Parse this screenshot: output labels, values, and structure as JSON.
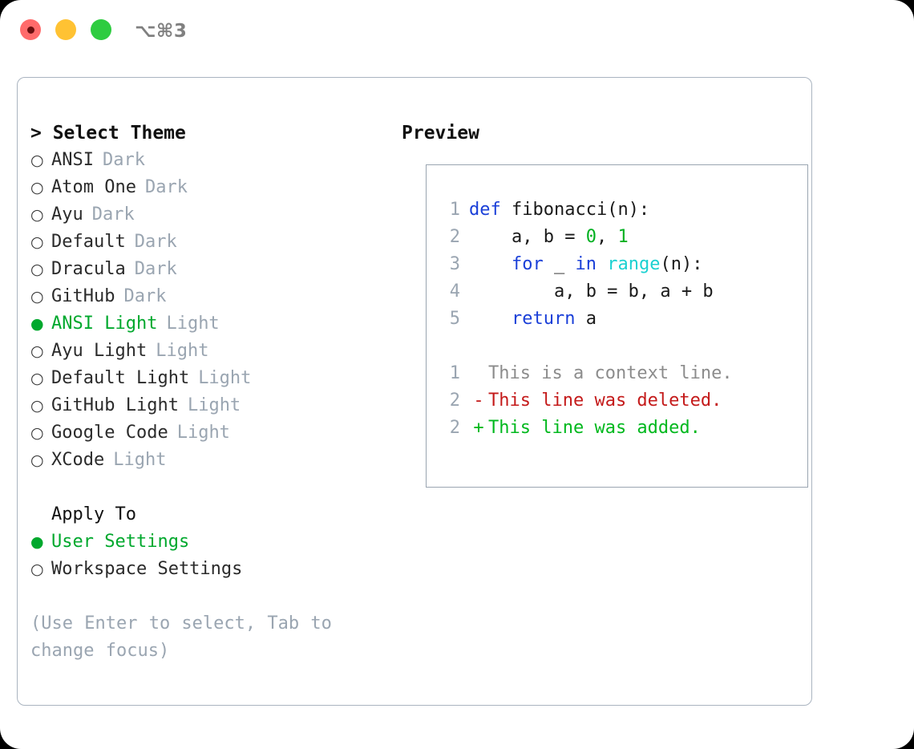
{
  "titlebar": {
    "lights": [
      {
        "name": "close-button",
        "color": "#ff6b6b"
      },
      {
        "name": "minimize-button",
        "color": "#ffc233"
      },
      {
        "name": "maximize-button",
        "color": "#2ecc40"
      }
    ],
    "shortcut": "⌥⌘3"
  },
  "theme_panel": {
    "title": "> Select Theme",
    "items": [
      {
        "marker": "○",
        "label": "ANSI",
        "variant": "Dark",
        "selected": false
      },
      {
        "marker": "○",
        "label": "Atom One",
        "variant": "Dark",
        "selected": false
      },
      {
        "marker": "○",
        "label": "Ayu",
        "variant": "Dark",
        "selected": false
      },
      {
        "marker": "○",
        "label": "Default",
        "variant": "Dark",
        "selected": false
      },
      {
        "marker": "○",
        "label": "Dracula",
        "variant": "Dark",
        "selected": false
      },
      {
        "marker": "○",
        "label": "GitHub",
        "variant": "Dark",
        "selected": false
      },
      {
        "marker": "●",
        "label": "ANSI Light",
        "variant": "Light",
        "selected": true
      },
      {
        "marker": "○",
        "label": "Ayu Light",
        "variant": "Light",
        "selected": false
      },
      {
        "marker": "○",
        "label": "Default Light",
        "variant": "Light",
        "selected": false
      },
      {
        "marker": "○",
        "label": "GitHub Light",
        "variant": "Light",
        "selected": false
      },
      {
        "marker": "○",
        "label": "Google Code",
        "variant": "Light",
        "selected": false
      },
      {
        "marker": "○",
        "label": "XCode",
        "variant": "Light",
        "selected": false
      }
    ],
    "apply_to": {
      "heading": "Apply To",
      "options": [
        {
          "marker": "●",
          "label": "User Settings",
          "selected": true
        },
        {
          "marker": "○",
          "label": "Workspace Settings",
          "selected": false
        }
      ]
    },
    "hint": "(Use Enter to select, Tab to change focus)"
  },
  "preview_panel": {
    "title": "Preview",
    "code_lines": [
      {
        "number": "1",
        "tokens": [
          {
            "t": "def",
            "c": "kw"
          },
          {
            "t": " fibonacci(n):",
            "c": "plain"
          }
        ]
      },
      {
        "number": "2",
        "tokens": [
          {
            "t": "    a, b = ",
            "c": "plain"
          },
          {
            "t": "0",
            "c": "num"
          },
          {
            "t": ", ",
            "c": "plain"
          },
          {
            "t": "1",
            "c": "num"
          }
        ]
      },
      {
        "number": "3",
        "tokens": [
          {
            "t": "    ",
            "c": "plain"
          },
          {
            "t": "for",
            "c": "kw"
          },
          {
            "t": " _ ",
            "c": "plain"
          },
          {
            "t": "in",
            "c": "kw"
          },
          {
            "t": " ",
            "c": "plain"
          },
          {
            "t": "range",
            "c": "fn"
          },
          {
            "t": "(n):",
            "c": "plain"
          }
        ]
      },
      {
        "number": "4",
        "tokens": [
          {
            "t": "        a, b = b, a + b",
            "c": "plain"
          }
        ]
      },
      {
        "number": "5",
        "tokens": [
          {
            "t": "    ",
            "c": "plain"
          },
          {
            "t": "return",
            "c": "kw"
          },
          {
            "t": " a",
            "c": "plain"
          }
        ]
      }
    ],
    "diff_lines": [
      {
        "number": "1",
        "mark": " ",
        "text": "This is a context line.",
        "kind": "ctx"
      },
      {
        "number": "2",
        "mark": "-",
        "text": "This line was deleted.",
        "kind": "del"
      },
      {
        "number": "2",
        "mark": "+",
        "text": "This line was added.",
        "kind": "add"
      }
    ]
  },
  "colors": {
    "accent_green": "#00a82d",
    "muted": "#9aa5b1",
    "keyword_blue": "#1a3fd8",
    "number_green": "#00b020",
    "function_cyan": "#1bd1d1",
    "diff_delete": "#c41a1a",
    "diff_add": "#00b81d",
    "border": "#aab4c0"
  }
}
